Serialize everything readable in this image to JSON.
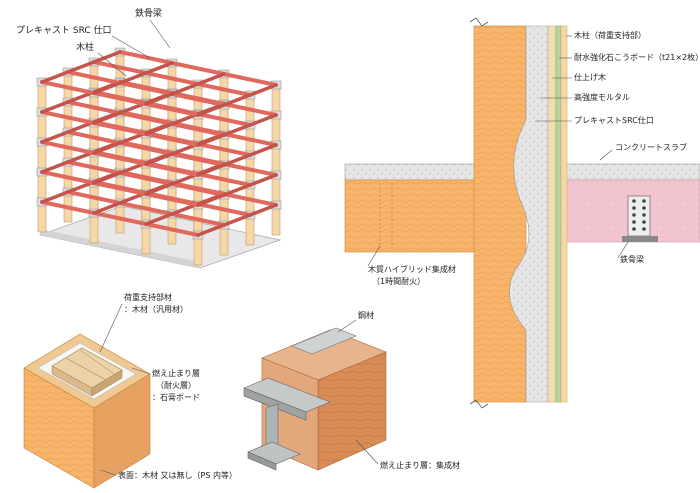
{
  "frame_figure": {
    "labels": {
      "steel_beam": "鉄骨梁",
      "precast_src": "プレキャスト SRC 仕口",
      "wood_column": "木柱"
    }
  },
  "joint_section": {
    "labels": {
      "wood_column_load": "木柱（荷重支持部）",
      "gypsum_board": "耐水強化石こうボード（t21×2枚）",
      "finish_wood": "仕上げ木",
      "mortar": "高強度モルタル",
      "precast_src": "プレキャストSRC仕口",
      "slab": "コンクリートスラブ",
      "hybrid_glulam": "木質ハイブリッド集成材",
      "fire_rating": "（1時間耐火）",
      "steel_beam": "鉄骨梁"
    }
  },
  "column_section": {
    "labels": {
      "load_member": "荷重支持部材",
      "load_member_material": "：木材（汎用材）",
      "burn_stop": "燃え止まり層",
      "burn_stop_sub": "（耐火層）",
      "burn_stop_material": "：石膏ボード",
      "surface": "表面：木材 又は無し（PS 内等）"
    }
  },
  "beam_section": {
    "labels": {
      "steel": "鋼材",
      "burn_stop": "燃え止まり層：集成材"
    }
  },
  "colors": {
    "steel_red": "#e0695e",
    "wood_light": "#f6d7a8",
    "wood_orange": "#f2a85c",
    "concrete": "#e3e3e3",
    "pink_beam": "#f3c6cf",
    "green_board": "#b7d59a"
  }
}
